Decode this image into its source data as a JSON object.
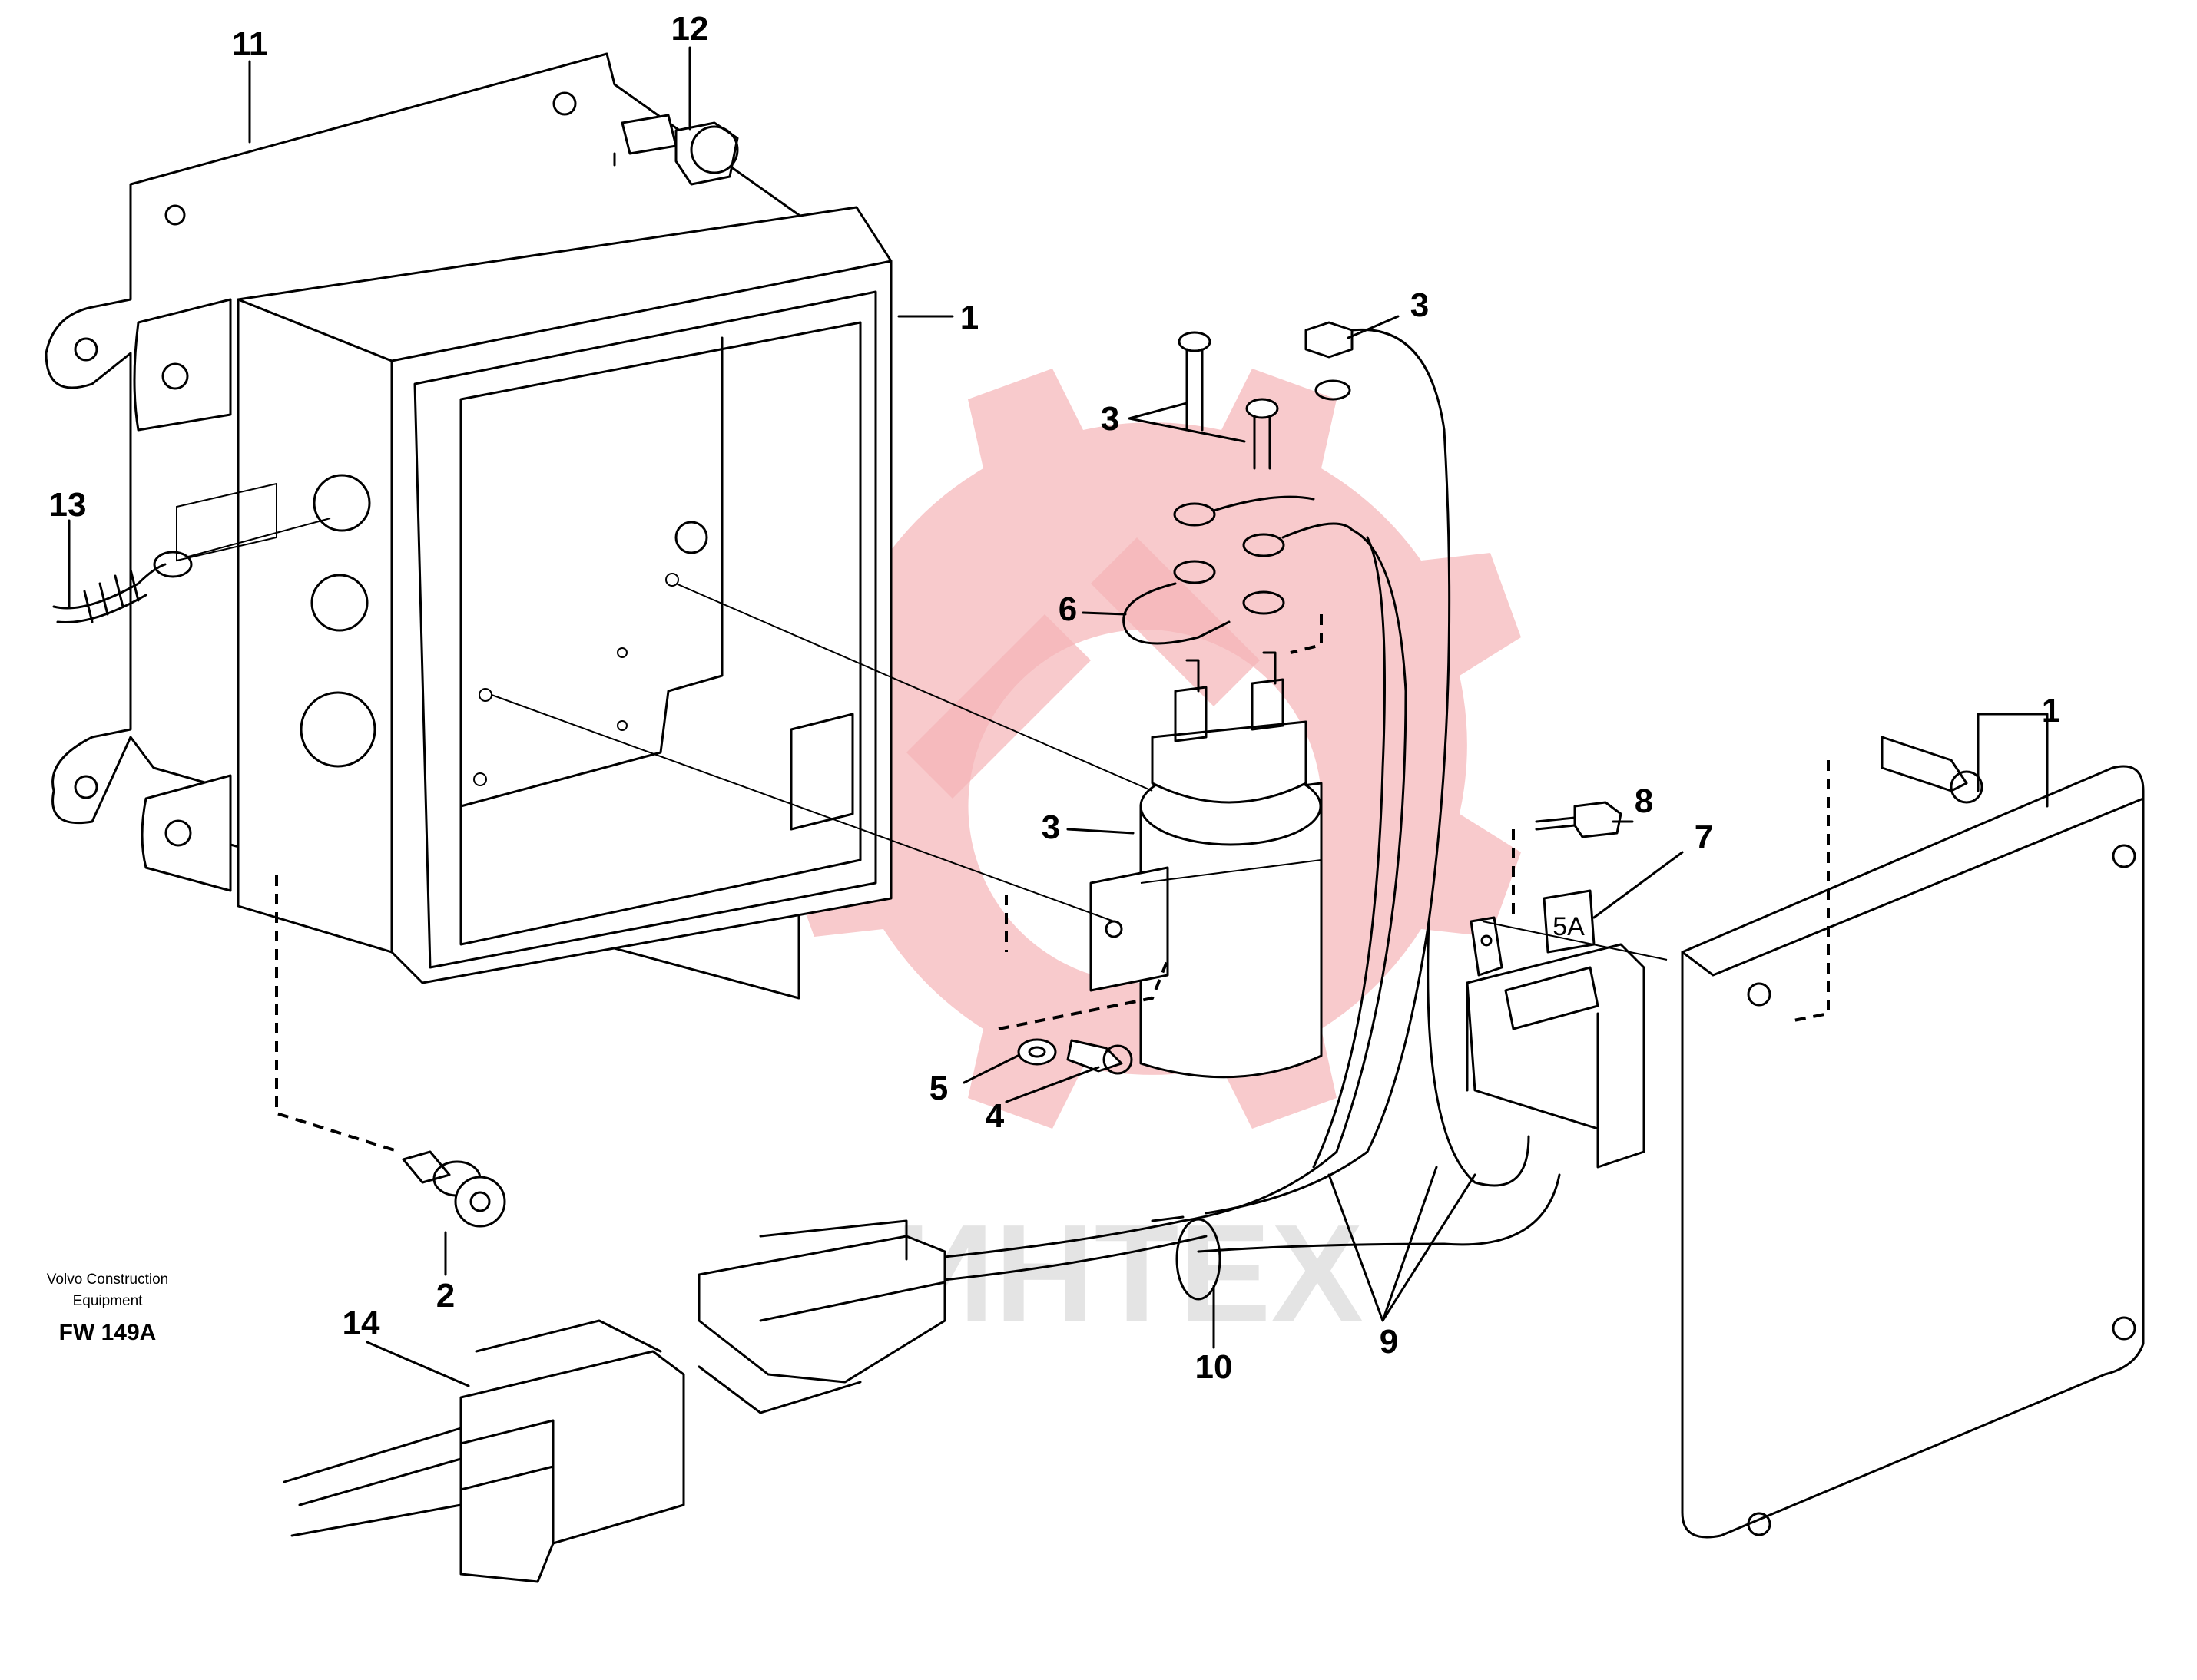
{
  "callouts": {
    "c11": "11",
    "c12": "12",
    "c1_box": "1",
    "c1_cover": "1",
    "c3_nut": "3",
    "c3_screws": "3",
    "c3_relay": "3",
    "c13": "13",
    "c6": "6",
    "c8": "8",
    "c7": "7",
    "c5": "5",
    "c4": "4",
    "c2": "2",
    "c14": "14",
    "c10": "10",
    "c9": "9"
  },
  "credit": {
    "line1": "Volvo Construction",
    "line2": "Equipment",
    "code": "FW 149A"
  },
  "labels": {
    "fuse_rating": "5A"
  },
  "watermark": {
    "text": "ИНТЕХ",
    "color": "#f5b3b6"
  },
  "colors": {
    "line": "#000000",
    "background": "#ffffff"
  }
}
